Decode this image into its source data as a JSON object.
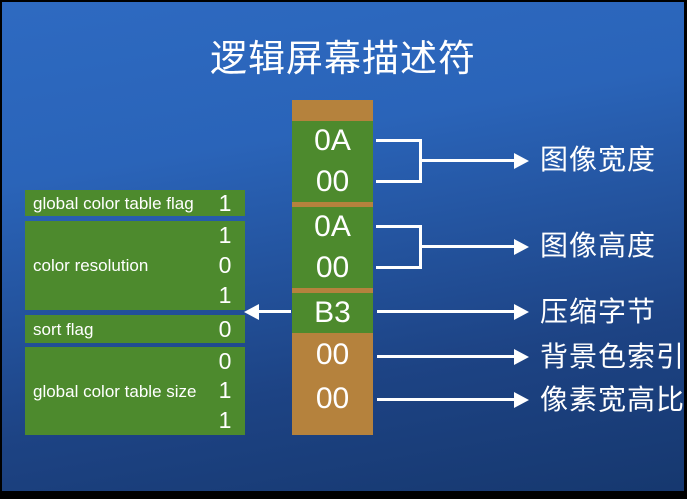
{
  "title": "逻辑屏幕描述符",
  "colors": {
    "green": "#4d8a2d",
    "brown": "#b5823d",
    "bg_top": "#2e6ac1",
    "bg_bottom": "#16386f",
    "text": "#ffffff"
  },
  "byte_column": {
    "sections": [
      {
        "color": "green",
        "values": [
          "0A",
          "00"
        ]
      },
      {
        "color": "green",
        "values": [
          "0A",
          "00"
        ]
      },
      {
        "color": "green",
        "values": [
          "B3"
        ]
      },
      {
        "color": "brown",
        "values": [
          "00",
          "00"
        ]
      }
    ]
  },
  "bit_table": {
    "rows": [
      {
        "label": "global color table flag",
        "bits": [
          "1"
        ]
      },
      {
        "label": "color resolution",
        "bits": [
          "1",
          "0",
          "1"
        ]
      },
      {
        "label": "sort flag",
        "bits": [
          "0"
        ]
      },
      {
        "label": "global color table size",
        "bits": [
          "0",
          "1",
          "1"
        ]
      }
    ]
  },
  "annotations": {
    "right": [
      {
        "label": "图像宽度"
      },
      {
        "label": "图像高度"
      },
      {
        "label": "压缩字节"
      },
      {
        "label": "背景色索引"
      },
      {
        "label": "像素宽高比"
      }
    ]
  }
}
